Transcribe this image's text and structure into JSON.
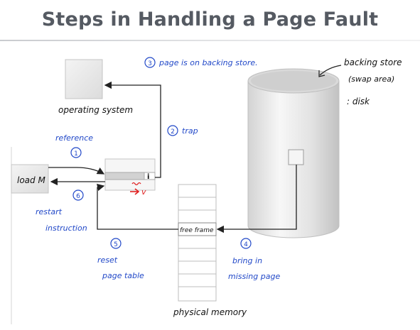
{
  "title": "Steps in Handling a Page Fault",
  "labels": {
    "operating_system": "operating system",
    "load_m": "load M",
    "free_frame": "free frame",
    "physical_memory": "physical memory",
    "page_table_i": "i",
    "page_table_v": "v",
    "backing_store_line1": "backing store",
    "backing_store_line2": "(swap area)",
    "backing_store_line3": ": disk"
  },
  "steps": [
    {
      "num": "1",
      "text_lines": [
        "reference"
      ]
    },
    {
      "num": "2",
      "text_lines": [
        "trap"
      ]
    },
    {
      "num": "3",
      "text_lines": [
        "page is on backing store."
      ]
    },
    {
      "num": "4",
      "text_lines": [
        "bring in",
        "missing page"
      ]
    },
    {
      "num": "5",
      "text_lines": [
        "reset",
        "page table"
      ]
    },
    {
      "num": "6",
      "text_lines": [
        "restart",
        "instruction"
      ]
    }
  ],
  "colors": {
    "title": "#555a62",
    "annotation": "#2148c8",
    "correction": "#e02020"
  }
}
